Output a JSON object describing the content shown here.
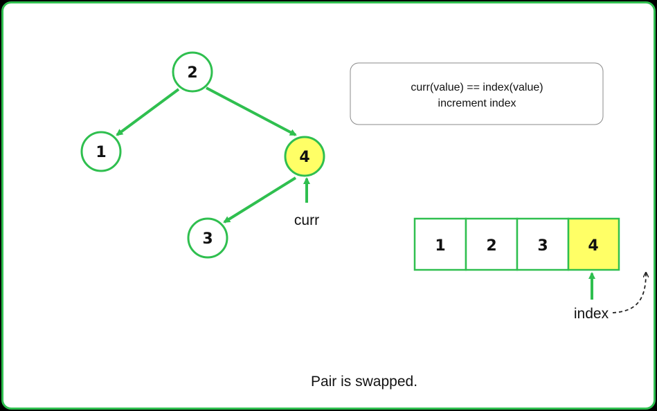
{
  "tree": {
    "nodes": [
      {
        "id": "n2",
        "label": "2",
        "highlighted": false
      },
      {
        "id": "n1",
        "label": "1",
        "highlighted": false
      },
      {
        "id": "n4",
        "label": "4",
        "highlighted": true
      },
      {
        "id": "n3",
        "label": "3",
        "highlighted": false
      }
    ],
    "pointer_label": "curr"
  },
  "info_box": {
    "line1": "curr(value) == index(value)",
    "line2": "increment index"
  },
  "array": {
    "cells": [
      "1",
      "2",
      "3",
      "4"
    ],
    "highlighted_index": 3,
    "pointer_label": "index"
  },
  "caption": "Pair is swapped.",
  "colors": {
    "accent": "#2fbf4f",
    "highlight": "#ffff66",
    "frame": "#2fbf4f"
  }
}
